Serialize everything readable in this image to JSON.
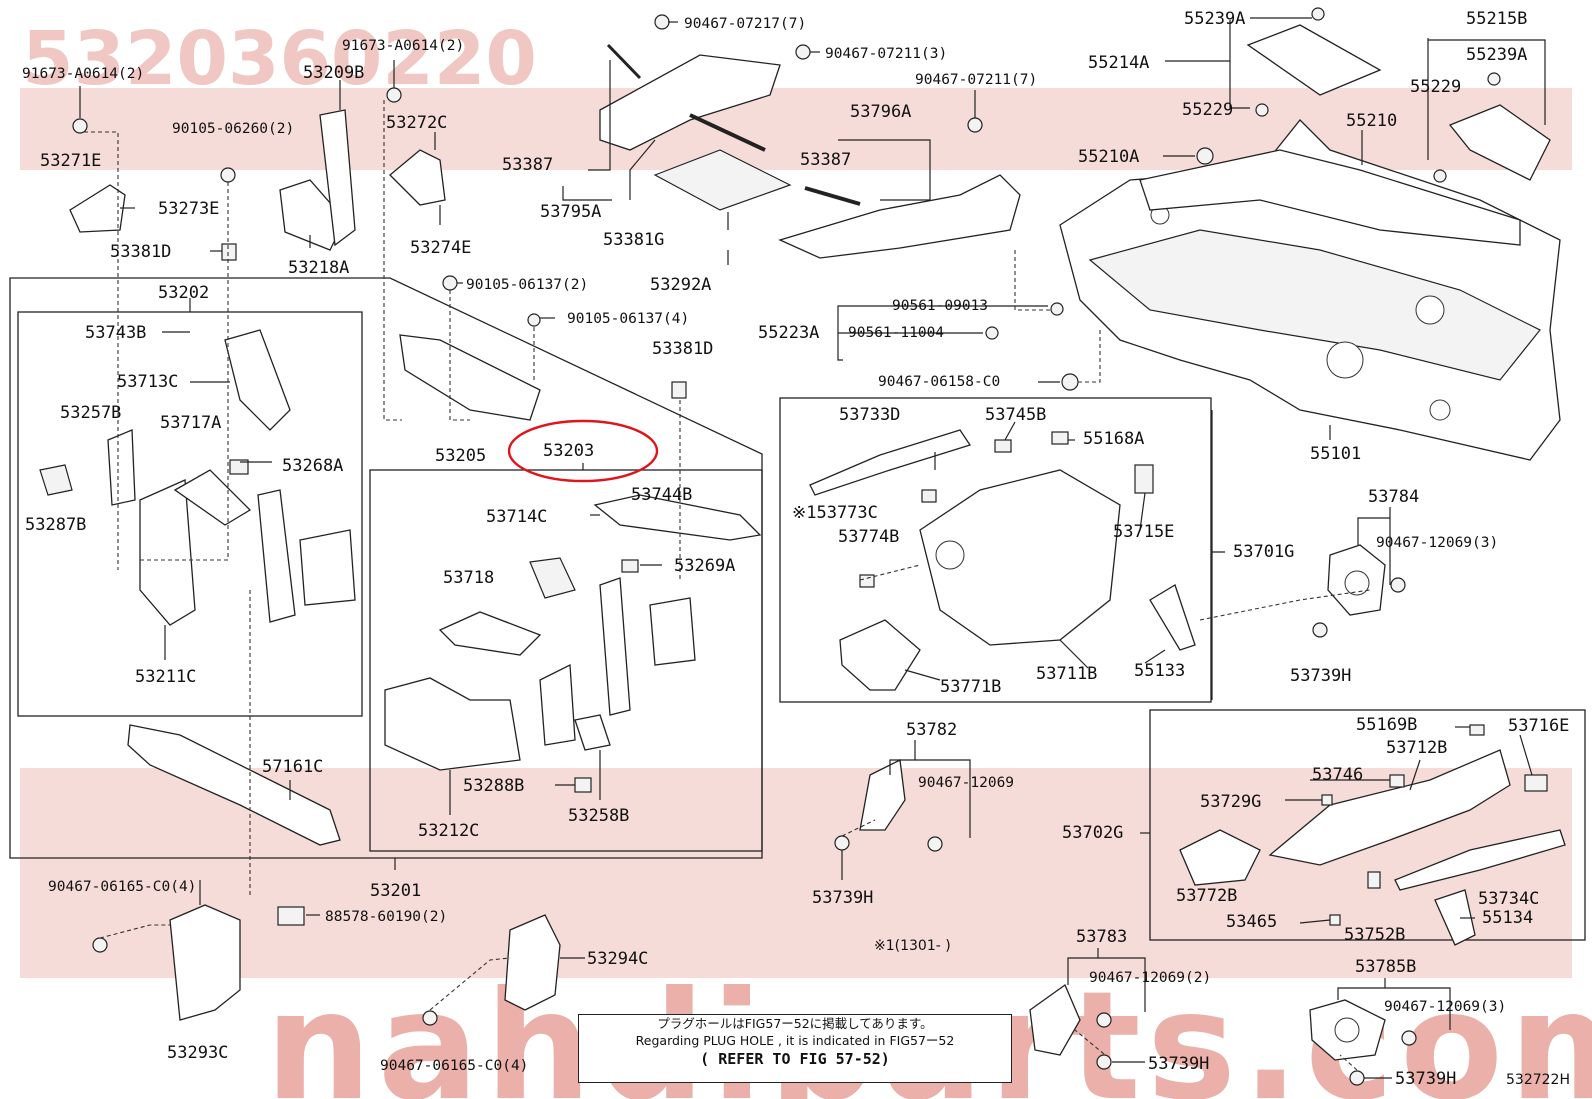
{
  "watermark": {
    "top_text": "5320360220",
    "bottom_text": "nahdiparts.com",
    "color": "#e8a6a0",
    "band_color": "#f3d2ce"
  },
  "highlight_color": "#e0141a",
  "labels": {
    "p91673_a0614_2_left": "91673-A0614(2)",
    "p91673_a0614_2_mid": "91673-A0614(2)",
    "p53209b": "53209B",
    "p53271e": "53271E",
    "p90105_06260_2": "90105-06260(2)",
    "p53273e": "53273E",
    "p53381d_left": "53381D",
    "p53272c": "53272C",
    "p53274e": "53274E",
    "p53218a": "53218A",
    "p53202": "53202",
    "p53743b": "53743B",
    "p53713c": "53713C",
    "p53257b": "53257B",
    "p53717a": "53717A",
    "p53268a": "53268A",
    "p53287b": "53287B",
    "p53211c": "53211C",
    "p90467_07217_7": "90467-07217(7)",
    "p90467_07211_3": "90467-07211(3)",
    "p90467_07211_7": "90467-07211(7)",
    "p53387_left": "53387",
    "p53795a": "53795A",
    "p53796a": "53796A",
    "p53387_right": "53387",
    "p53381g": "53381G",
    "p53292a": "53292A",
    "p90105_06137_2": "90105-06137(2)",
    "p90105_06137_4": "90105-06137(4)",
    "p53381d_right": "53381D",
    "p53205": "53205",
    "p53203": "53203",
    "p53744b": "53744B",
    "p53714c": "53714C",
    "p53718": "53718",
    "p53269a": "53269A",
    "p53288b": "53288B",
    "p53258b": "53258B",
    "p53212c": "53212C",
    "p57161c": "57161C",
    "p53201": "53201",
    "p90467_06165_c0_4_left": "90467-06165-C0(4)",
    "p88578_60190_2": "88578-60190(2)",
    "p53293c": "53293C",
    "p53294c": "53294C",
    "p90467_06165_c0_4_mid": "90467-06165-C0(4)",
    "p55239a_top": "55239A",
    "p55214a": "55214A",
    "p55229_left": "55229",
    "p55215b": "55215B",
    "p55239a_right": "55239A",
    "p55229_right": "55229",
    "p55210": "55210",
    "p55210a": "55210A",
    "p90561_09013": "90561-09013",
    "p55223a": "55223A",
    "p90561_11004": "90561-11004",
    "p90467_06158_c0": "90467-06158-C0",
    "p55101": "55101",
    "p53733d": "53733D",
    "p53745b": "53745B",
    "p55168a": "55168A",
    "p53773c": "※153773C",
    "p53774b": "53774B",
    "p53715e": "53715E",
    "p53701g": "53701G",
    "p53771b": "53771B",
    "p53711b": "53711B",
    "p55133": "55133",
    "p53784": "53784",
    "p90467_12069_3_a": "90467-12069(3)",
    "p53739h_a": "53739H",
    "p53782": "53782",
    "p90467_12069": "90467-12069",
    "p53739h_b": "53739H",
    "p55169b": "55169B",
    "p53716e": "53716E",
    "p53712b": "53712B",
    "p53746": "53746",
    "p53729g": "53729G",
    "p53702g": "53702G",
    "p53772b": "53772B",
    "p53465": "53465",
    "p53752b": "53752B",
    "p53734c": "53734C",
    "p55134": "55134",
    "p53783": "53783",
    "p90467_12069_2": "90467-12069(2)",
    "p53739h_c": "53739H",
    "p53785b": "53785B",
    "p90467_12069_3_b": "90467-12069(3)",
    "p53739h_d": "53739H"
  },
  "star_note": "※1(1301-    )",
  "note_box": {
    "line_jp": "プラグホールはFIG57ー52に掲載してあります。",
    "line_en": "Regarding PLUG HOLE , it is indicated in FIG57ー52",
    "line_ref": "( REFER TO FIG 57-52)"
  },
  "illustration_code": "532722H"
}
